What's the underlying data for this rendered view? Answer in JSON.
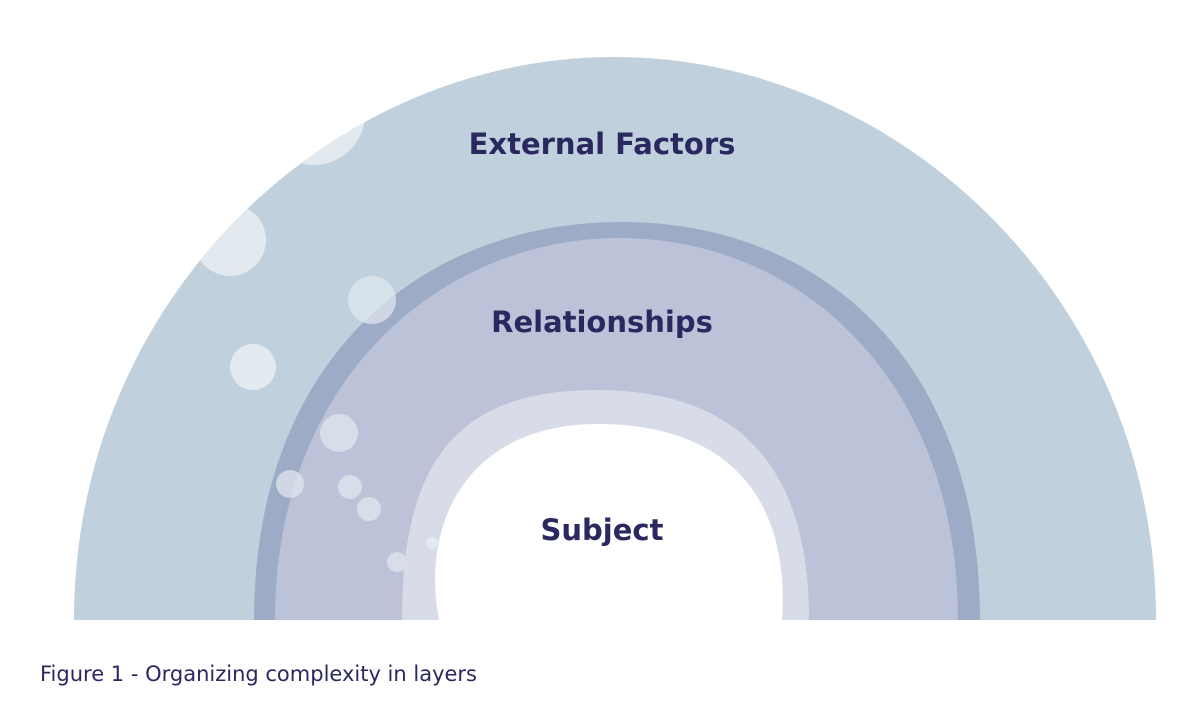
{
  "diagram": {
    "layers": {
      "outer": {
        "label": "External Factors",
        "color": "#c0d0dc"
      },
      "middle": {
        "label": "Relationships",
        "ring_color": "#9eabc6",
        "fill_color": "#bcc3d9"
      },
      "inner": {
        "label": "Subject",
        "ring_color": "#d8dce8",
        "fill_color": "#ffffff"
      }
    },
    "bubble_color": "#e2eaf0",
    "label_color": "#2b2860"
  },
  "caption": "Figure 1 - Organizing complexity in layers"
}
